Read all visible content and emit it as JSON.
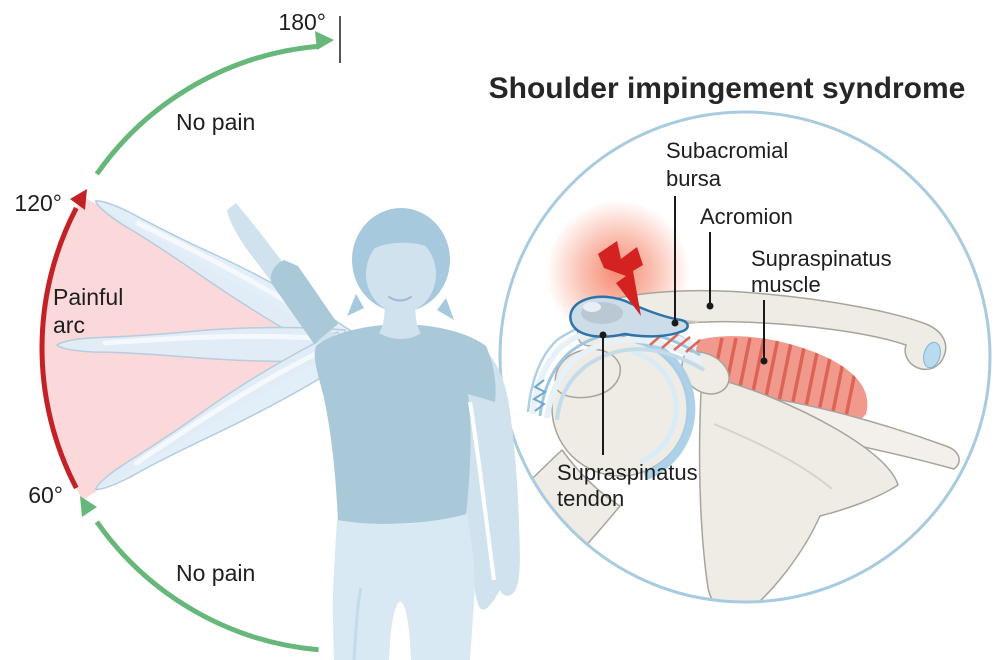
{
  "title": "Shoulder impingement syndrome",
  "range_of_motion": {
    "angle_180_label": "180°",
    "angle_120_label": "120°",
    "angle_60_label": "60°",
    "no_pain_upper_label": "No pain",
    "no_pain_lower_label": "No pain",
    "painful_arc_label": {
      "line1": "Painful",
      "line2": "arc"
    }
  },
  "anatomy_inset": {
    "labels": {
      "subacromial_bursa": {
        "line1": "Subacromial",
        "line2": "bursa"
      },
      "acromion": "Acromion",
      "supraspinatus_muscle": {
        "line1": "Supraspinatus",
        "line2": "muscle"
      },
      "supraspinatus_tendon": {
        "line1": "Supraspinatus",
        "line2": "tendon"
      }
    }
  },
  "colors": {
    "no_pain_arc_green": "#67b77b",
    "painful_arc_red": "#c42127",
    "painful_wedge_pink": "#fbd9da",
    "pain_bolt_red": "#d42221",
    "inset_ring_blue": "#a8cbdf",
    "figure_skin": "#cfe2ee",
    "figure_shirt": "#a9c9d9",
    "figure_pants": "#d9e9f3",
    "figure_hair": "#a6c9dd",
    "muscle_pink": "#f0998c",
    "bursa_outline_blue": "#2f72a8",
    "text": "#1e1e1e"
  }
}
